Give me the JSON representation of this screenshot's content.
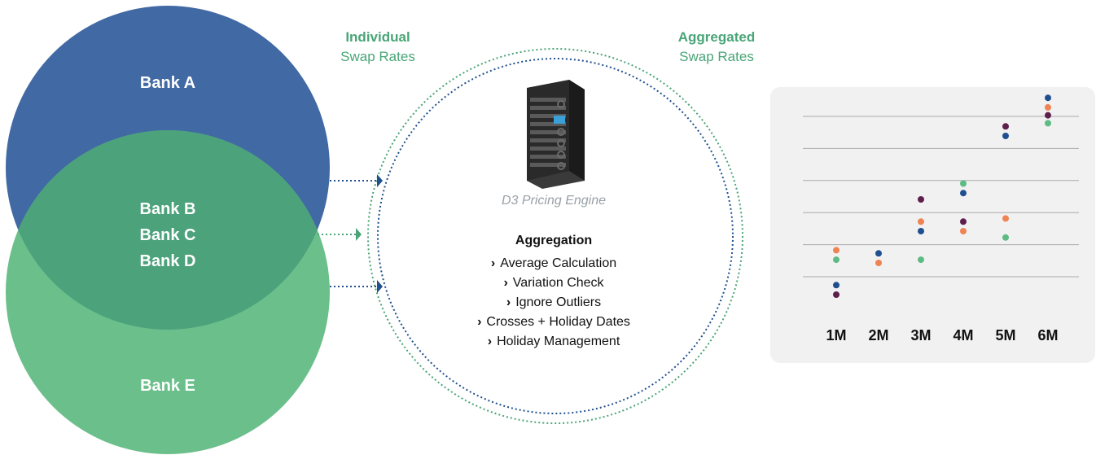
{
  "banks": {
    "top": "Bank A",
    "overlap": [
      "Bank B",
      "Bank C",
      "Bank D"
    ],
    "bottom": "Bank E"
  },
  "headers": {
    "individual": {
      "strong": "Individual",
      "light": "Swap Rates"
    },
    "aggregated": {
      "strong": "Aggregated",
      "light": "Swap Rates"
    }
  },
  "engine": {
    "caption": "D3 Pricing Engine",
    "icon": "server-rack-icon",
    "aggregation_title": "Aggregation",
    "steps": [
      "Average Calculation",
      "Variation Check",
      "Ignore Outliers",
      "Crosses + Holiday Dates",
      "Holiday Management"
    ]
  },
  "colors": {
    "bank_a": "#4169a4",
    "bank_e": "#6bbf8b",
    "overlap": "#4ca27b",
    "accent_green": "#49a577",
    "dot_blue": "#1f4f8f",
    "dot_orange": "#ef8354",
    "dot_green": "#5dbb84",
    "dot_purple": "#5e1f4c"
  },
  "chart_data": {
    "type": "scatter",
    "categories": [
      "1M",
      "2M",
      "3M",
      "4M",
      "5M",
      "6M"
    ],
    "grid": true,
    "series": [
      {
        "color": "#1f4f8f",
        "values": [
          0.3,
          1.3,
          2.0,
          3.2,
          5.0,
          6.2
        ]
      },
      {
        "color": "#ef8354",
        "values": [
          1.4,
          1.0,
          2.3,
          2.0,
          2.4,
          5.9
        ]
      },
      {
        "color": "#5dbb84",
        "values": [
          1.1,
          null,
          1.1,
          3.5,
          1.8,
          5.4
        ]
      },
      {
        "color": "#5e1f4c",
        "values": [
          0.0,
          null,
          3.0,
          2.3,
          5.3,
          5.65
        ]
      }
    ]
  }
}
